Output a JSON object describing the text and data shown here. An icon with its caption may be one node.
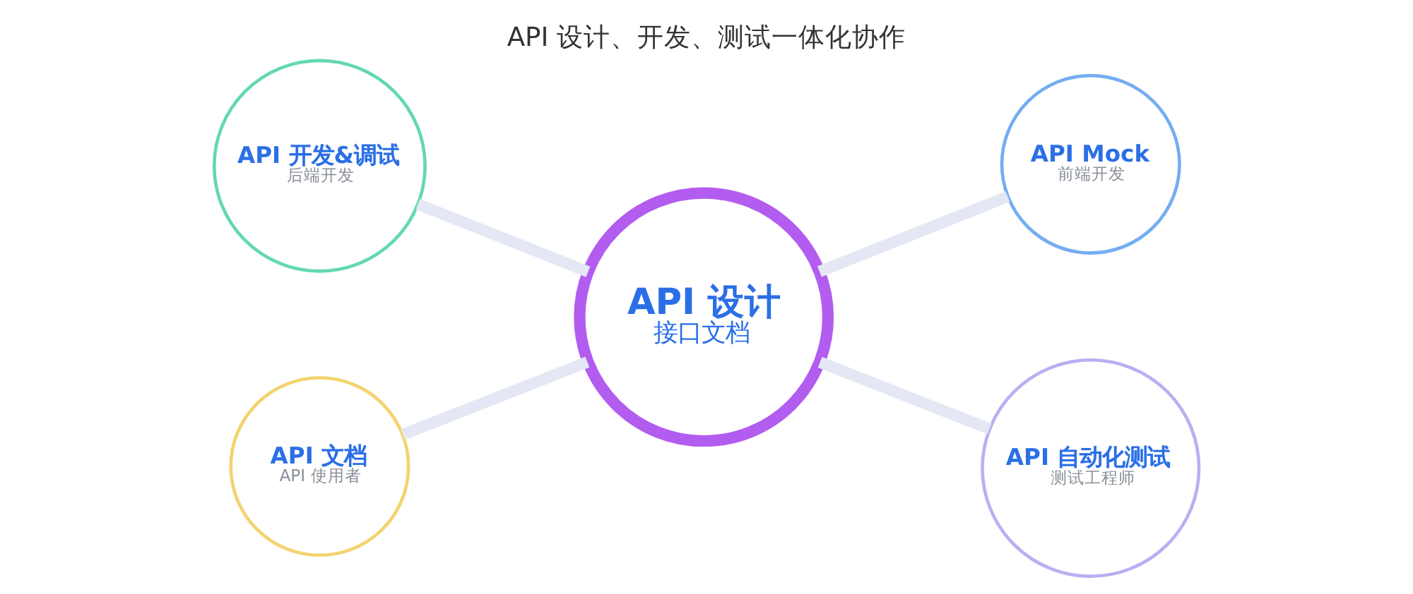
{
  "diagram": {
    "title": "API 设计、开发、测试一体化协作",
    "nodes": [
      {
        "text": [
          "API 开发&调试",
          "后端开发"
        ]
      },
      {
        "text": [
          "API Mock",
          "前端开发"
        ]
      },
      {
        "text": [
          "API 设计",
          "接口文档"
        ]
      },
      {
        "text": [
          "API 文档",
          "API 使用者"
        ]
      },
      {
        "text": [
          "API 自动化测试",
          "测试工程师"
        ]
      }
    ],
    "edges": [
      {
        "from": 0,
        "to": 2,
        "arrow": "none"
      },
      {
        "from": 3,
        "to": 2,
        "arrow": "none"
      },
      {
        "from": 2,
        "to": 1,
        "arrow": "none"
      },
      {
        "from": 2,
        "to": 4,
        "arrow": "none"
      }
    ]
  }
}
